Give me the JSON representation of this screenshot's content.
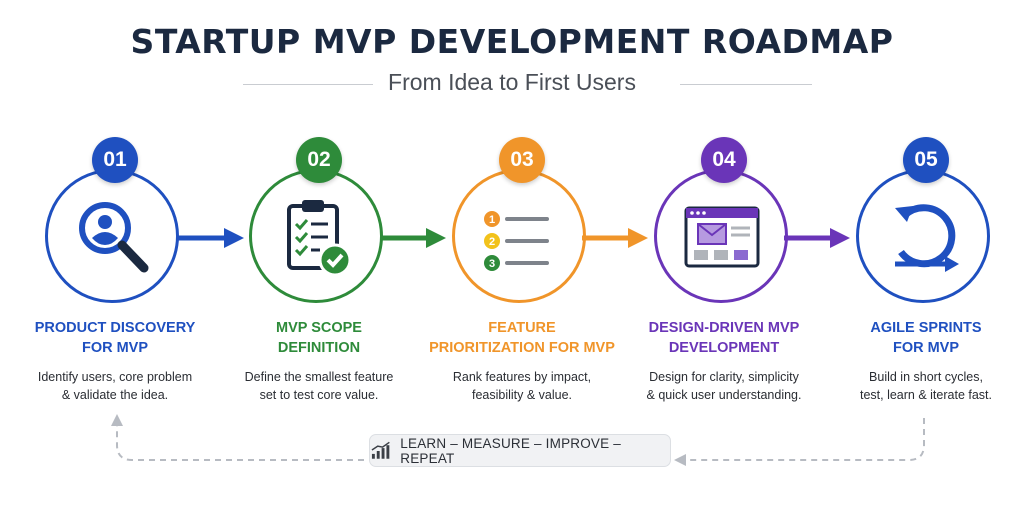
{
  "header": {
    "title": "STARTUP MVP DEVELOPMENT ROADMAP",
    "subtitle": "From Idea to First Users"
  },
  "steps": [
    {
      "number": "01",
      "title_line1": "PRODUCT DISCOVERY",
      "title_line2": "FOR MVP",
      "desc_line1": "Identify users, core problem",
      "desc_line2": "& validate the idea.",
      "color": "#1f50c0",
      "icon": "user-search-icon"
    },
    {
      "number": "02",
      "title_line1": "MVP SCOPE",
      "title_line2": "DEFINITION",
      "desc_line1": "Define the smallest feature",
      "desc_line2": "set to test core value.",
      "color": "#2e8b3a",
      "icon": "clipboard-check-icon"
    },
    {
      "number": "03",
      "title_line1": "FEATURE",
      "title_line2": "PRIORITIZATION FOR MVP",
      "desc_line1": "Rank features by impact,",
      "desc_line2": "feasibility & value.",
      "color": "#f0952a",
      "icon": "numbered-list-icon",
      "list_numbers": [
        "1",
        "2",
        "3"
      ]
    },
    {
      "number": "04",
      "title_line1": "DESIGN-DRIVEN MVP",
      "title_line2": "DEVELOPMENT",
      "desc_line1": "Design for clarity, simplicity",
      "desc_line2": "& quick user understanding.",
      "color": "#6a35b8",
      "icon": "browser-wireframe-icon"
    },
    {
      "number": "05",
      "title_line1": "AGILE SPRINTS",
      "title_line2": "FOR MVP",
      "desc_line1": "Build in short cycles,",
      "desc_line2": "test, learn & iterate fast.",
      "color": "#1f50c0",
      "icon": "cycle-arrows-icon"
    }
  ],
  "loop": {
    "label": "LEARN – MEASURE – IMPROVE – REPEAT",
    "icon": "growth-chart-icon"
  },
  "colors": {
    "title": "#1b2940",
    "blue": "#1f50c0",
    "green": "#2e8b3a",
    "orange": "#f0952a",
    "purple": "#6a35b8",
    "loop_line": "#b7bbc2"
  }
}
